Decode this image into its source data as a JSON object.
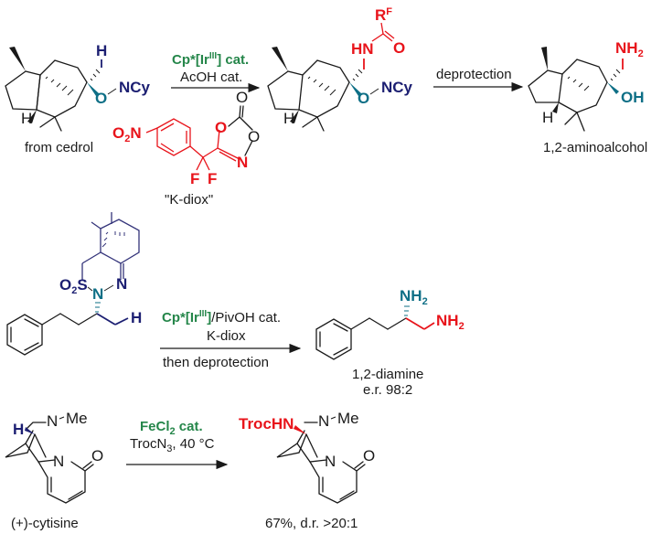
{
  "colors": {
    "catalyst": "#25864a",
    "new_bond": "#e8141b",
    "directing_group": "#1c1f72",
    "oxygen_nitrogen_hetero": "#0e6f86",
    "default": "#1a1a1a"
  },
  "scheme1": {
    "substrate_label": "from cedrol",
    "substrate_atoms": {
      "h": "H",
      "o": "O",
      "group": "NCy",
      "ring_h": "H"
    },
    "arrow1": {
      "catalyst": "Cp*[Ir",
      "catalyst_sup": "III",
      "catalyst_end": "] cat.",
      "additive": "AcOH cat."
    },
    "reagent": {
      "nitro": "O",
      "nitro_sub": "2",
      "nitro_n": "N",
      "ring_o1": "O",
      "ring_o2": "O",
      "ring_o3": "O",
      "ring_n": "N",
      "f1": "F",
      "f2": "F",
      "label": "\"K-diox\""
    },
    "intermediate_atoms": {
      "r": "R",
      "r_sup": "F",
      "hn": "HN",
      "o_carbonyl": "O",
      "o": "O",
      "group": "NCy",
      "ring_h": "H"
    },
    "arrow2": {
      "label": "deprotection"
    },
    "product_atoms": {
      "nh2": "NH",
      "nh2_sub": "2",
      "oh": "OH",
      "ring_h": "H"
    },
    "product_label": "1,2-aminoalcohol"
  },
  "scheme2": {
    "substrate_atoms": {
      "o2s": "O",
      "o2s_sub": "2",
      "s": "S",
      "n1": "N",
      "n2": "N",
      "h": "H"
    },
    "arrow": {
      "catalyst": "Cp*[Ir",
      "catalyst_sup": "III",
      "catalyst_end": "]",
      "catalyst_rest": "/PivOH cat.",
      "reagent": "K-diox",
      "below": "then deprotection"
    },
    "product_atoms": {
      "nh2a": "NH",
      "nh2a_sub": "2",
      "nh2b": "NH",
      "nh2b_sub": "2"
    },
    "product_label": "1,2-diamine",
    "product_er": "e.r. 98:2"
  },
  "scheme3": {
    "substrate_atoms": {
      "h": "H",
      "n_me": "N",
      "me": "Me",
      "n_ring": "N",
      "o": "O"
    },
    "substrate_label": "(+)-cytisine",
    "arrow": {
      "catalyst": "FeCl",
      "catalyst_sub": "2",
      "catalyst_end": " cat.",
      "reagent": "TrocN",
      "reagent_sub": "3",
      "reagent_end": ", 40 °C"
    },
    "product_atoms": {
      "trochn": "TrocHN",
      "n_me": "N",
      "me": "Me",
      "n_ring": "N",
      "o": "O"
    },
    "product_label": "67%, d.r. >20:1"
  }
}
